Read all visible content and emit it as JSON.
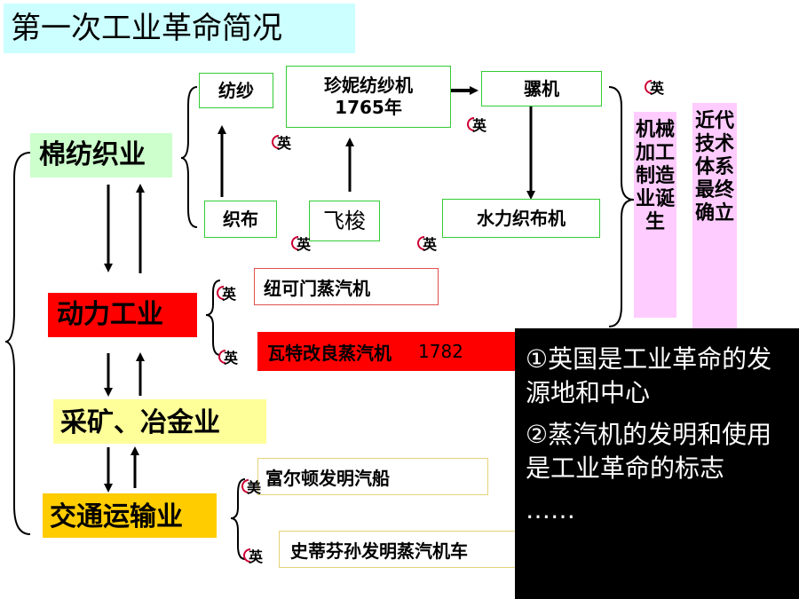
{
  "title": "第一次工业革命简况",
  "categories": {
    "textile": "棉纺织业",
    "power": "动力工业",
    "mining": "采矿、冶金业",
    "transport": "交通运输业"
  },
  "textile": {
    "spinning": "纺纱",
    "jenny_name": "珍妮纺纱机",
    "jenny_year": "1765年",
    "mule": "骡机",
    "weaving": "织布",
    "shuttle": "飞梭",
    "water_loom": "水力织布机"
  },
  "power": {
    "newcomen": "纽可门蒸汽机",
    "watt": "瓦特改良蒸汽机",
    "watt_year": "1782"
  },
  "transport": {
    "fulton": "富尔顿发明汽船",
    "stephenson": "史蒂芬孙发明蒸汽机车"
  },
  "country": {
    "uk": "英",
    "us": "美"
  },
  "side_labels": {
    "machine": "机械加工制造业诞生",
    "modern": "近代技术体系最终确立"
  },
  "conclusions": {
    "point1": "①英国是工业革命的发源地和中心",
    "point2": "②蒸汽机的发明和使用是工业革命的标志",
    "ellipsis": "……"
  },
  "colors": {
    "title_bg": "#ccffff",
    "textile_bg": "#ccffcc",
    "power_bg": "#ff0000",
    "mining_bg": "#ffff99",
    "transport_bg": "#ffcc00",
    "watt_bg": "#ff0000",
    "side_bg": "#ffccff",
    "conclusion_bg": "#000000"
  }
}
